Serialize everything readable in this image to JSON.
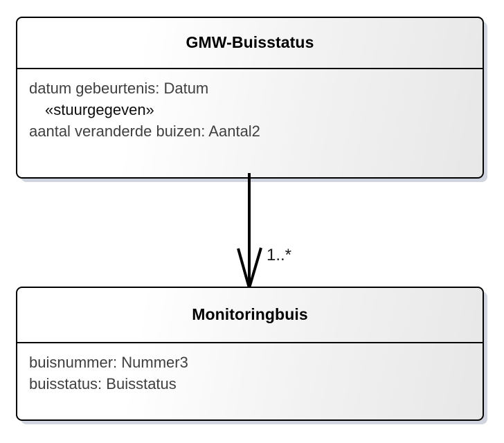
{
  "diagram": {
    "type": "uml-class-diagram",
    "language": "nl",
    "background_color": "#ffffff",
    "classes": [
      {
        "id": "gmw-buisstatus",
        "name": "GMW-Buisstatus",
        "compartment_lines": [
          {
            "kind": "attribute",
            "text": "datum gebeurtenis: Datum"
          },
          {
            "kind": "stereotype",
            "text": "«stuurgegeven»"
          },
          {
            "kind": "attribute",
            "text": "aantal veranderde buizen: Aantal2"
          }
        ]
      },
      {
        "id": "monitoringbuis",
        "name": "Monitoringbuis",
        "compartment_lines": [
          {
            "kind": "attribute",
            "text": "buisnummer: Nummer3"
          },
          {
            "kind": "attribute",
            "text": "buisstatus: Buisstatus"
          }
        ]
      }
    ],
    "connector": {
      "name": "association",
      "style": "directed-association",
      "arrow_head": "open",
      "from": "GMW-Buisstatus",
      "to": "Monitoringbuis",
      "target_multiplicity": "1..*"
    },
    "colors": {
      "border": "#000000",
      "title_text": "#000000",
      "attribute_text": "#3f3f3f",
      "stereotype_text": "#0d0d0d",
      "fill_start": "#ffffff",
      "fill_end": "#e7e7e7",
      "shadow": "#aab2c4",
      "connector": "#000000"
    }
  }
}
